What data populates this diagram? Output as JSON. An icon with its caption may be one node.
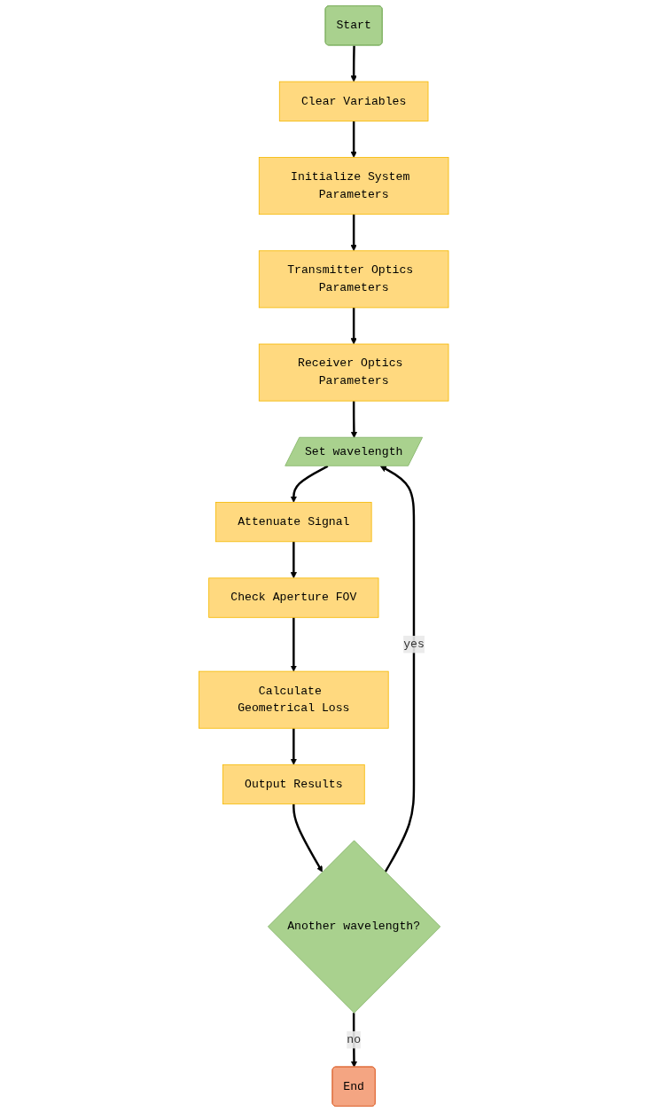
{
  "diagram": {
    "nodes": [
      {
        "text": [
          "Start"
        ]
      },
      {
        "text": [
          "Clear Variables"
        ]
      },
      {
        "text": [
          "Initialize System Parameters"
        ]
      },
      {
        "text": [
          "Transmitter Optics Parameters"
        ]
      },
      {
        "text": [
          "Receiver Optics Parameters"
        ]
      },
      {
        "text": [
          "Set wavelength"
        ]
      },
      {
        "text": [
          "Attenuate Signal"
        ]
      },
      {
        "text": [
          "Check Aperture FOV"
        ]
      },
      {
        "text": [
          "Calculate Geometrical Loss"
        ]
      },
      {
        "text": [
          "Output Results"
        ]
      },
      {
        "text": [
          "Another wavelength?"
        ]
      },
      {
        "text": [
          "End"
        ]
      }
    ],
    "edges": [
      {
        "from": 0,
        "to": 1,
        "arrow": "to"
      },
      {
        "from": 1,
        "to": 2,
        "arrow": "to"
      },
      {
        "from": 2,
        "to": 3,
        "arrow": "to"
      },
      {
        "from": 3,
        "to": 4,
        "arrow": "to"
      },
      {
        "from": 4,
        "to": 5,
        "arrow": "to"
      },
      {
        "from": 5,
        "to": 6,
        "arrow": "to"
      },
      {
        "from": 6,
        "to": 7,
        "arrow": "to"
      },
      {
        "from": 7,
        "to": 8,
        "arrow": "to"
      },
      {
        "from": 8,
        "to": 9,
        "arrow": "to"
      },
      {
        "from": 9,
        "to": 10,
        "arrow": "to"
      },
      {
        "from": 10,
        "to": 11,
        "arrow": "to",
        "label": "no"
      },
      {
        "from": 10,
        "to": 5,
        "arrow": "to",
        "label": "yes"
      }
    ]
  }
}
